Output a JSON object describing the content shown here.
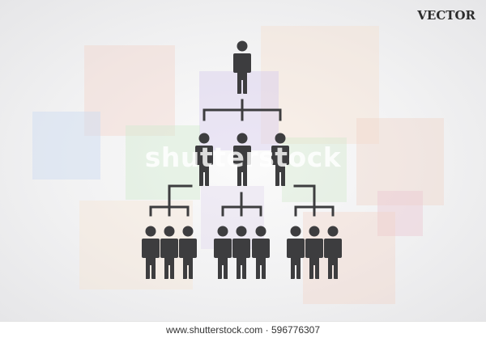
{
  "brand_label": "VECTOR",
  "watermark": "shutterstock",
  "footer": {
    "text": "www.shutterstock.com · 596776307"
  },
  "icon": "org-chart-hierarchy-icon",
  "colors": {
    "figure": "#3d3d3f",
    "background": "#eeeeef",
    "squares": [
      "#f3d9d2",
      "#dfe6f3",
      "#e2efe0",
      "#e8e0f0",
      "#f6e4d6",
      "#eed5d8"
    ]
  }
}
